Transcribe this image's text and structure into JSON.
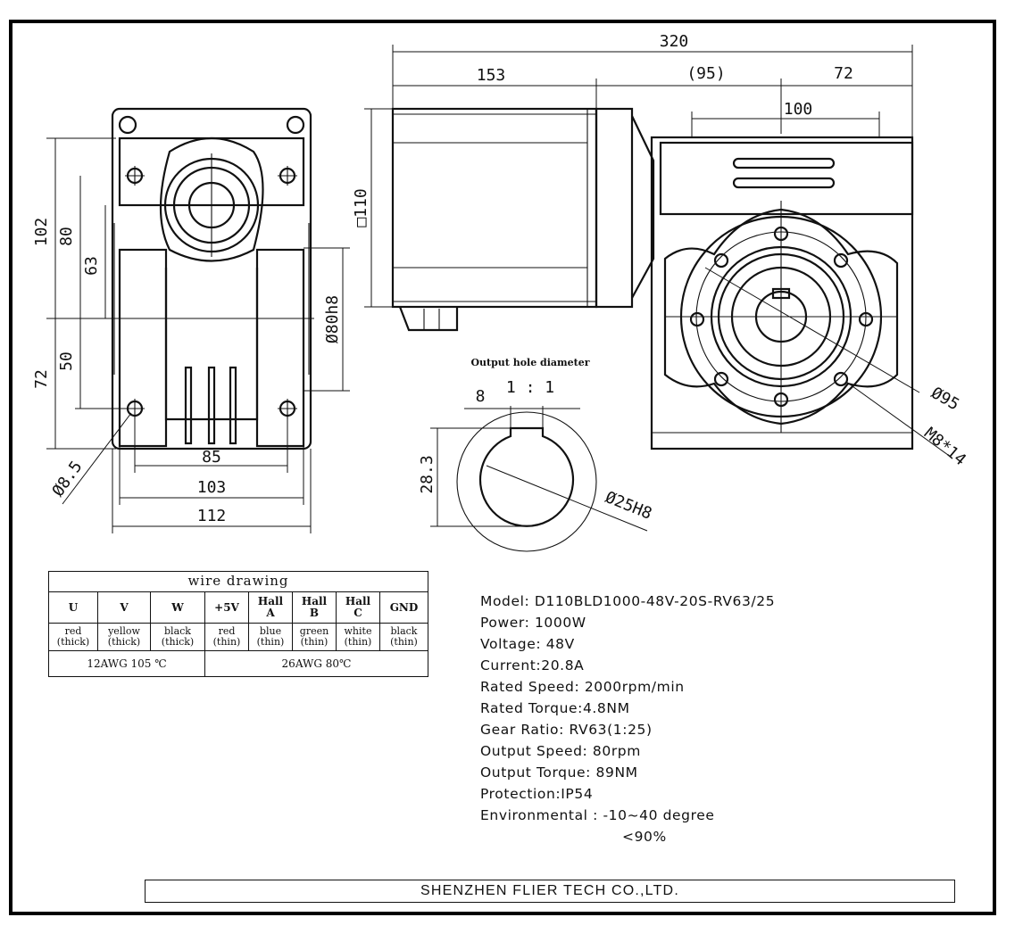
{
  "front_view": {
    "dims": {
      "total_height": "102",
      "height_80": "80",
      "height_63": "63",
      "lower_72": "72",
      "lower_50": "50",
      "width_85": "85",
      "width_103": "103",
      "width_112": "112",
      "hole_dia": "Ø8.5",
      "bore_dia": "Ø80h8"
    }
  },
  "side_view": {
    "dims": {
      "overall_length": "320",
      "motor_length": "153",
      "middle_ref": "(95)",
      "gearbox_72": "72",
      "flange_100": "100",
      "motor_square": "□110",
      "pcd_dia": "Ø95",
      "thread": "M8*14"
    }
  },
  "output_hole": {
    "title": "Output hole diameter",
    "key_width": "8",
    "ratio": "1 : 1",
    "height": "28.3",
    "bore": "Ø25H8"
  },
  "wire_drawing": {
    "title": "wire drawing",
    "headers": [
      "U",
      "V",
      "W",
      "+5V",
      "Hall\nA",
      "Hall\nB",
      "Hall\nC",
      "GND"
    ],
    "colors": [
      "red\n(thick)",
      "yellow\n(thick)",
      "black\n(thick)",
      "red\n(thin)",
      "blue\n(thin)",
      "green\n(thin)",
      "white\n(thin)",
      "black\n(thin)"
    ],
    "awg_thick": "12AWG 105 ℃",
    "awg_thin": "26AWG 80℃"
  },
  "specs": {
    "model": "Model: D110BLD1000-48V-20S-RV63/25",
    "power": "Power: 1000W",
    "voltage": "Voltage: 48V",
    "current": "Current:20.8A",
    "rated_speed": "Rated Speed: 2000rpm/min",
    "rated_torque": "Rated Torque:4.8NM",
    "gear_ratio": "Gear Ratio: RV63(1:25)",
    "output_speed": "Output Speed: 80rpm",
    "output_torque": "Output Torque: 89NM",
    "protection": "Protection:IP54",
    "environmental": "Environmental : -10~40 degree",
    "humidity": "<90%"
  },
  "company": "SHENZHEN FLIER TECH CO.,LTD."
}
